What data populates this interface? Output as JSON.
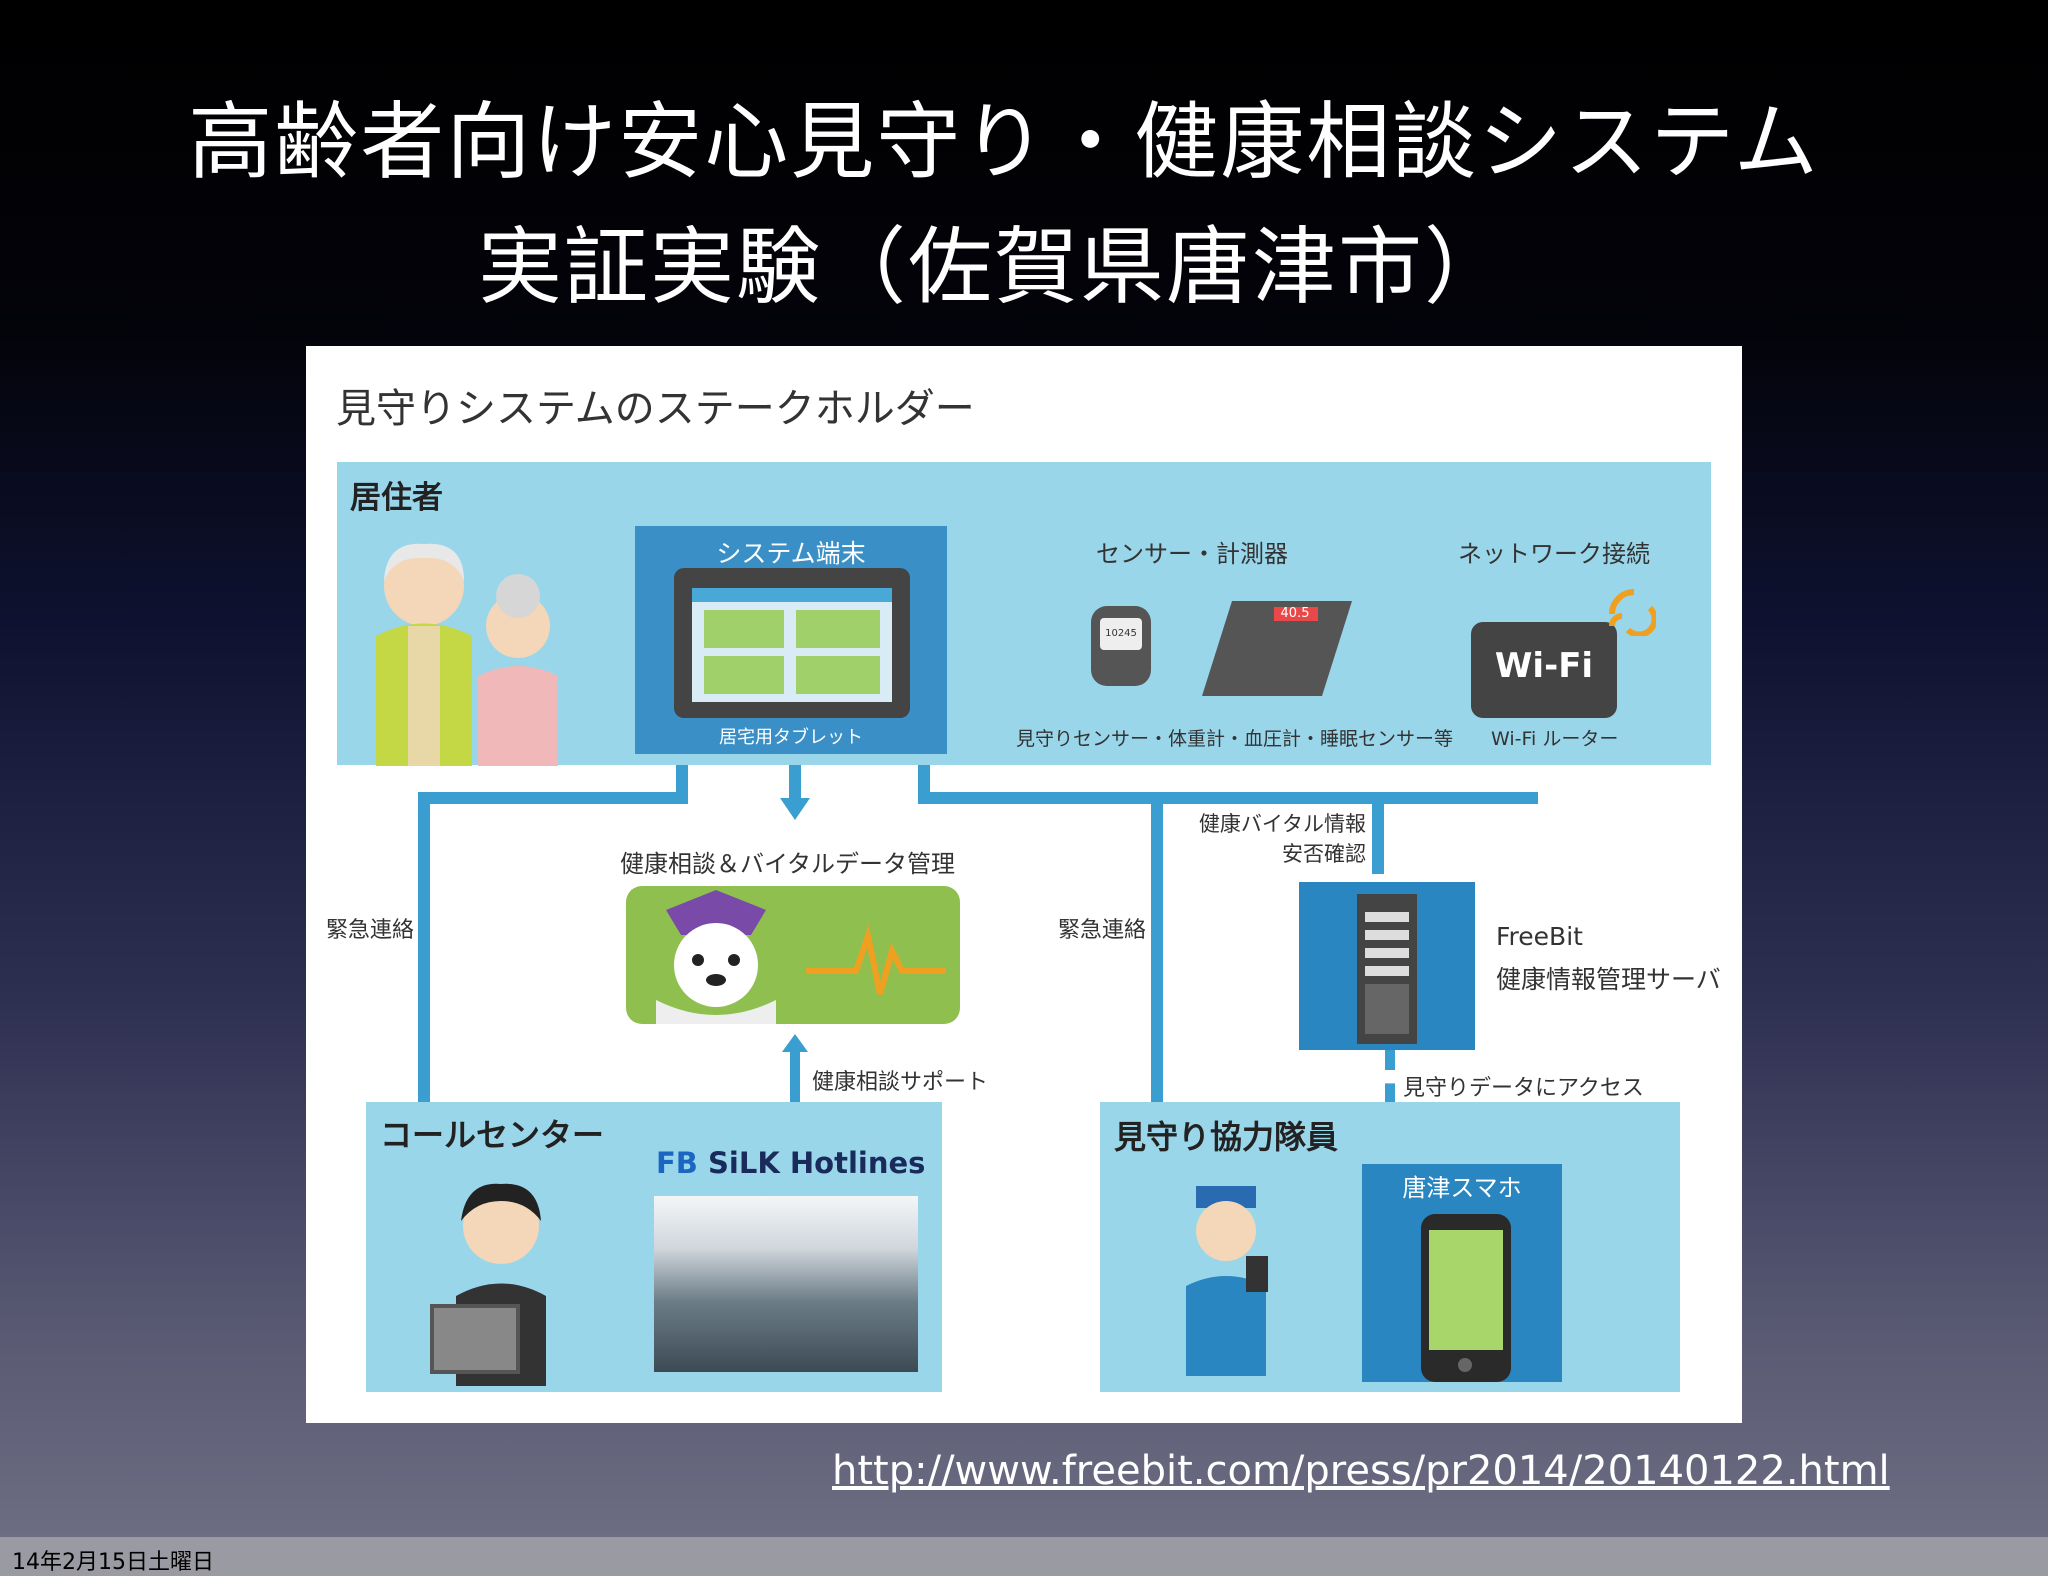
{
  "slide": {
    "title_line1": "高齢者向け安心見守り・健康相談システム",
    "title_line2": "実証実験（佐賀県唐津市）",
    "url": "http://www.freebit.com/press/pr2014/20140122.html",
    "date": "14年2月15日土曜日"
  },
  "diagram": {
    "title": "見守りシステムのステークホルダー",
    "resident": {
      "heading": "居住者",
      "terminal_heading": "システム端末",
      "terminal_caption": "居宅用タブレット",
      "sensor_heading": "センサー・計測器",
      "sensor_caption": "見守りセンサー・体重計・血圧計・睡眠センサー等",
      "sensor_readout": "40.5",
      "pedometer_readout": "10245",
      "network_heading": "ネットワーク接続",
      "wifi_text": "Wi-Fi",
      "wifi_caption": "Wi-Fi ルーター"
    },
    "center": {
      "vital_label": "健康相談＆バイタルデータ管理",
      "emergency_left": "緊急連絡",
      "emergency_right": "緊急連絡",
      "vital_info_line1": "健康バイタル情報",
      "vital_info_line2": "安否確認",
      "server_name": "FreeBit",
      "server_desc": "健康情報管理サーバ",
      "support_label": "健康相談サポート",
      "access_label": "見守りデータにアクセス"
    },
    "call_center": {
      "heading": "コールセンター",
      "brand": "SiLK Hotlines",
      "brand_mark": "FB"
    },
    "helper": {
      "heading": "見守り協力隊員",
      "phone_heading": "唐津スマホ"
    }
  },
  "colors": {
    "panel": "#9ad6ea",
    "connector": "#3a9fd0",
    "terminal": "#3a8fc6",
    "server": "#2a86c0",
    "mascot_bg": "#8fbf4f",
    "wave": "#f0a020"
  }
}
